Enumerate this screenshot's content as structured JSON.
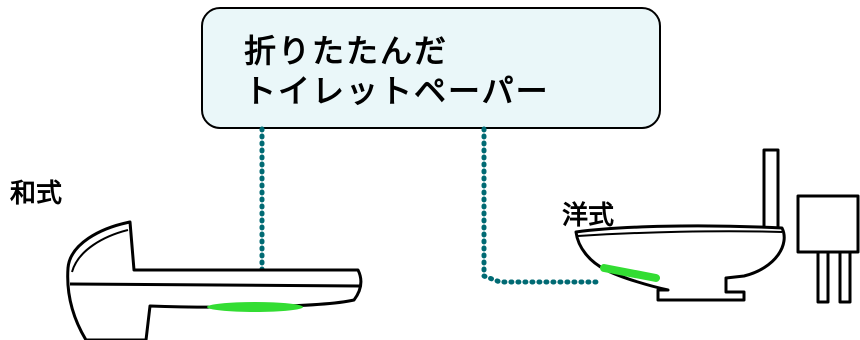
{
  "callout": {
    "line1": "折りたたんだ",
    "line2": "トイレットペーパー"
  },
  "labels": {
    "japanese": "和式",
    "western": "洋式"
  },
  "colors": {
    "callout_fill": "#eaf7f9",
    "dotted_line": "#006a73",
    "paper_highlight": "#33dd33",
    "outline": "#000000"
  }
}
